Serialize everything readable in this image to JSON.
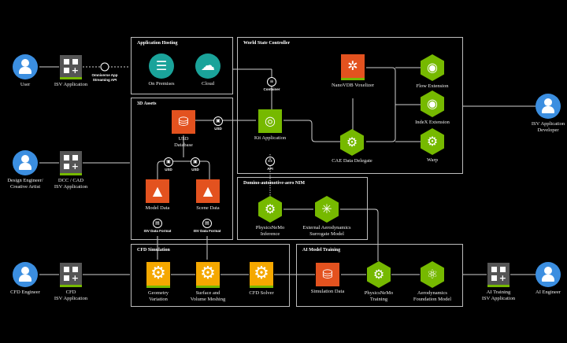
{
  "groups": {
    "app_hosting": "Application Hosting",
    "world_state": "World State Controller",
    "assets_3d": "3D Assets",
    "domino_nim": "Domino-automotive-aero NIM",
    "cfd_sim": "CFD Simulation",
    "ai_training": "AI Model Training"
  },
  "actors": {
    "user": "User",
    "designer": "Design Engineer/\nCreative Artist",
    "cfd_engineer": "CFD Engineer",
    "isv_developer": "ISV Application\nDeveloper",
    "ai_engineer": "AI Engineer"
  },
  "apps": {
    "isv_app": "ISV Application",
    "dcc_cad": "DCC / CAD\nISV Application",
    "cfd_isv": "CFD\nISV Application",
    "ai_training_isv": "AI Training\nISV Application"
  },
  "nodes": {
    "on_premises": "On Premises",
    "cloud": "Cloud",
    "nanovdb": "NanoVDB Voxelizer",
    "flow_ext": "Flow Extension",
    "index_ext": "IndeX Extension",
    "warp": "Warp",
    "kit_app": "Kit Application",
    "cae_delegate": "CAE Data Delegate",
    "usd_db": "USD\nDatabase",
    "model_data": "Model Data",
    "scene_data": "Scene Data",
    "physicsnemo_inf": "PhysicsNeMo\nInference",
    "ext_aero": "External Aerodynamics\nSurrogate Model",
    "geometry_var": "Geometry\nVariation",
    "meshing": "Surface and\nVolume Meshing",
    "cfd_solver": "CFD Solver",
    "sim_data": "Simulation Data",
    "physicsnemo_train": "PhysicsNeMo\nTraining",
    "aero_foundation": "Aerodynamics\nFoundation Model"
  },
  "connectors": {
    "streaming_api": "Omniverse App\nStreaming API",
    "container": "Container",
    "usd_1": "USD",
    "usd_2": "USD",
    "usd_3": "USD",
    "api": "API",
    "isv_format_1": "ISV Data Format",
    "isv_format_2": "ISV Data Format"
  },
  "colors": {
    "nvidia_green": "#76b900",
    "orange": "#e3521f",
    "yellow": "#f5a800",
    "teal": "#1aa39a",
    "actor_blue": "#3b8ee0"
  }
}
